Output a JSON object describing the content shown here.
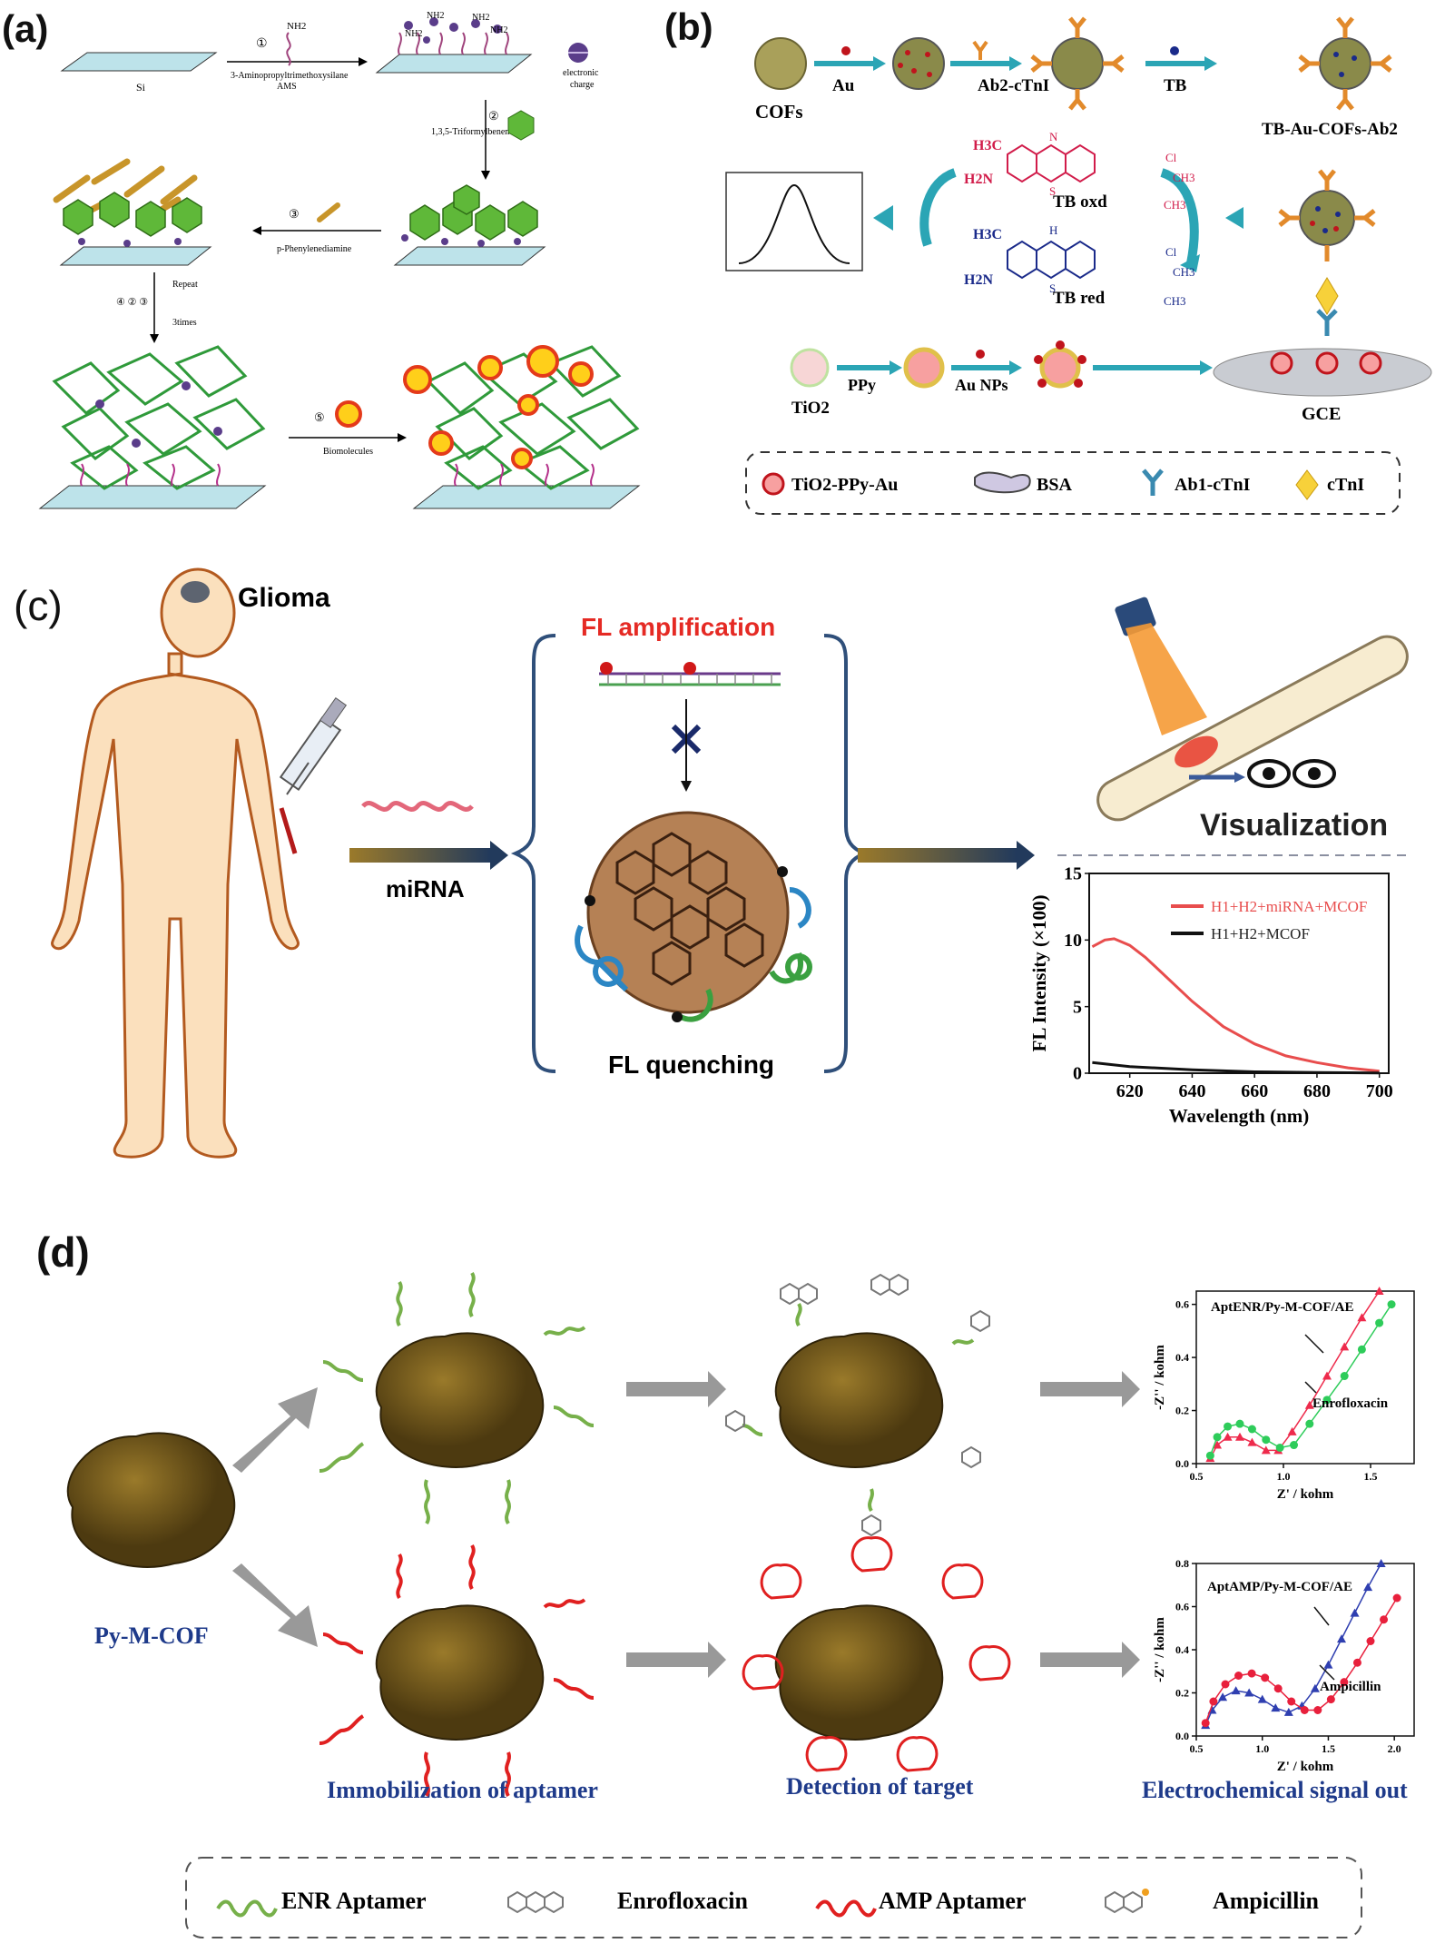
{
  "panel_a": {
    "label": "(a)",
    "si_label": "Si",
    "step1_num": "①",
    "step1_reagent": "3-Aminopropyltrimethoxysilane",
    "step1_abbr": "AMS",
    "nh2": "NH2",
    "charge_label_1": "electronic",
    "charge_label_2": "charge",
    "step2_num": "②",
    "step2_reagent": "1,3,5-Triformylbenene",
    "step3_num": "③",
    "step3_reagent": "p-Phenylenediamine",
    "repeat_1": "Repeat",
    "repeat_2": "④  ②  ③",
    "repeat_3": "3times",
    "step5_num": "⑤",
    "step5_reagent": "Biomolecules"
  },
  "panel_b": {
    "label": "(b)",
    "cofs": "COFs",
    "au": "Au",
    "ab2": "Ab2-cTnI",
    "tb": "TB",
    "tb_au_cofs": "TB-Au-COFs-Ab2",
    "tb_oxd": "TB oxd",
    "tb_red": "TB red",
    "h3c": "H3C",
    "h2n": "H2N",
    "ch3": "CH3",
    "cl": "Cl",
    "n": "N",
    "s": "S",
    "h": "H",
    "tio2": "TiO2",
    "ppy": "PPy",
    "au_nps": "Au NPs",
    "gce": "GCE",
    "legend": [
      "TiO2-PPy-Au",
      "BSA",
      "Ab1-cTnI",
      "cTnI"
    ]
  },
  "panel_c": {
    "label": "(c)",
    "glioma": "Glioma",
    "mirna": "miRNA",
    "fl_amp": "FL amplification",
    "fl_quench": "FL quenching",
    "visualization": "Visualization",
    "colors": {
      "red": "#e84d4d",
      "black": "#111111"
    }
  },
  "panel_d": {
    "label": "(d)",
    "py_m_cof": "Py-M-COF",
    "immobilization": "Immobilization of aptamer",
    "detection": "Detection of target",
    "signal": "Electrochemical signal out",
    "legend": [
      "ENR Aptamer",
      "Enrofloxacin",
      "AMP Aptamer",
      "Ampicillin"
    ]
  },
  "chart_data": [
    {
      "type": "line",
      "xlabel": "Wavelength (nm)",
      "ylabel": "FL Intensity (×100)",
      "xlim": [
        607,
        703
      ],
      "ylim": [
        0,
        15
      ],
      "xticks": [
        620,
        640,
        660,
        680,
        700
      ],
      "yticks": [
        0,
        5,
        10,
        15
      ],
      "legend_position": "top-right",
      "series": [
        {
          "name": "H1+H2+miRNA+MCOF",
          "color": "#e84d4d",
          "x": [
            608,
            612,
            615,
            620,
            625,
            630,
            640,
            650,
            660,
            670,
            680,
            690,
            700
          ],
          "y": [
            9.5,
            10.0,
            10.1,
            9.6,
            8.7,
            7.6,
            5.4,
            3.5,
            2.2,
            1.3,
            0.8,
            0.4,
            0.15
          ]
        },
        {
          "name": "H1+H2+MCOF",
          "color": "#111111",
          "x": [
            608,
            620,
            640,
            660,
            680,
            700
          ],
          "y": [
            0.8,
            0.5,
            0.25,
            0.1,
            0.05,
            0.02
          ]
        }
      ]
    },
    {
      "type": "scatter",
      "xlabel": "Z' / kohm",
      "ylabel": "-Z'' / kohm",
      "xlim": [
        0.5,
        1.75
      ],
      "ylim": [
        0,
        0.65
      ],
      "xticks": [
        0.5,
        1.0,
        1.5
      ],
      "yticks": [
        0.0,
        0.2,
        0.4,
        0.6
      ],
      "annotations": [
        "AptENR/Py-M-COF/AE",
        "Enrofloxacin"
      ],
      "series": [
        {
          "color": "#ee2b4c",
          "marker": "triangle",
          "x": [
            0.58,
            0.62,
            0.68,
            0.75,
            0.82,
            0.9,
            0.97,
            1.05,
            1.15,
            1.25,
            1.35,
            1.45,
            1.55
          ],
          "y": [
            0.02,
            0.07,
            0.1,
            0.1,
            0.08,
            0.05,
            0.05,
            0.12,
            0.22,
            0.33,
            0.44,
            0.55,
            0.65
          ]
        },
        {
          "color": "#2ecc5a",
          "marker": "circle",
          "x": [
            0.58,
            0.62,
            0.68,
            0.75,
            0.82,
            0.9,
            0.98,
            1.06,
            1.15,
            1.25,
            1.35,
            1.45,
            1.55,
            1.62
          ],
          "y": [
            0.03,
            0.1,
            0.14,
            0.15,
            0.13,
            0.09,
            0.06,
            0.07,
            0.15,
            0.24,
            0.33,
            0.43,
            0.53,
            0.6
          ]
        }
      ]
    },
    {
      "type": "scatter",
      "xlabel": "Z' / kohm",
      "ylabel": "-Z'' / kohm",
      "xlim": [
        0.5,
        2.15
      ],
      "ylim": [
        0,
        0.8
      ],
      "xticks": [
        0.5,
        1.0,
        1.5,
        2.0
      ],
      "yticks": [
        0.0,
        0.2,
        0.4,
        0.6,
        0.8
      ],
      "annotations": [
        "AptAMP/Py-M-COF/AE",
        "Ampicillin"
      ],
      "series": [
        {
          "color": "#2f3fb0",
          "marker": "triangle",
          "x": [
            0.57,
            0.62,
            0.7,
            0.8,
            0.9,
            1.0,
            1.1,
            1.2,
            1.3,
            1.4,
            1.5,
            1.6,
            1.7,
            1.8,
            1.9
          ],
          "y": [
            0.05,
            0.12,
            0.18,
            0.21,
            0.2,
            0.17,
            0.13,
            0.11,
            0.14,
            0.22,
            0.33,
            0.45,
            0.57,
            0.69,
            0.8
          ]
        },
        {
          "color": "#e8203c",
          "marker": "circle",
          "x": [
            0.57,
            0.63,
            0.72,
            0.82,
            0.92,
            1.02,
            1.12,
            1.22,
            1.32,
            1.42,
            1.52,
            1.62,
            1.72,
            1.82,
            1.92,
            2.02
          ],
          "y": [
            0.06,
            0.16,
            0.24,
            0.28,
            0.29,
            0.27,
            0.22,
            0.16,
            0.12,
            0.12,
            0.17,
            0.25,
            0.34,
            0.44,
            0.54,
            0.64
          ]
        }
      ]
    }
  ]
}
